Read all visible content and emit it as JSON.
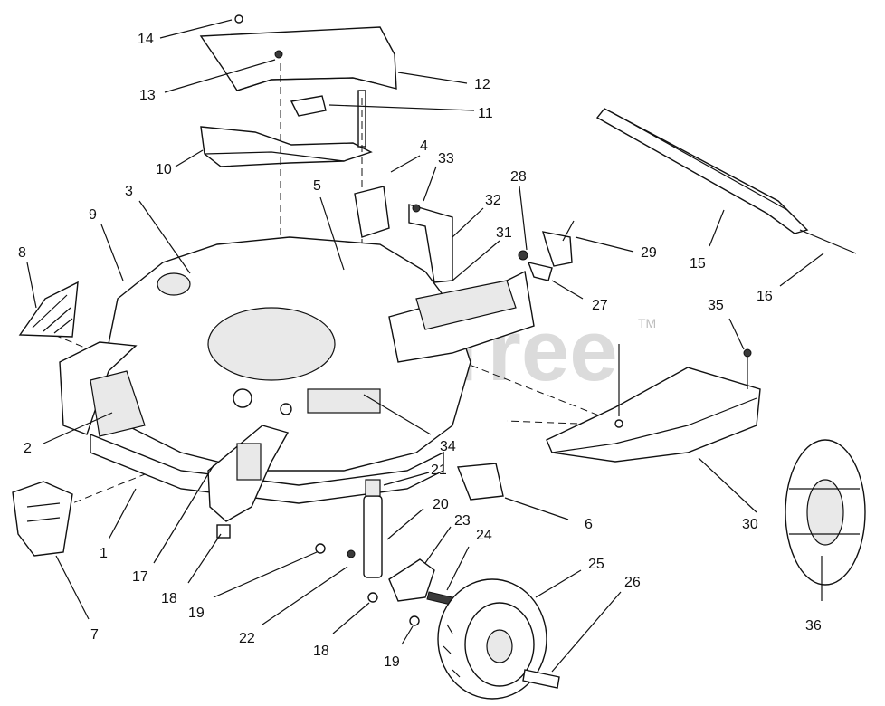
{
  "watermark": {
    "text": "PartsTree",
    "mark": "TM"
  },
  "callouts": [
    {
      "id": "c14",
      "text": "14"
    },
    {
      "id": "c13",
      "text": "13"
    },
    {
      "id": "c12",
      "text": "12"
    },
    {
      "id": "c11",
      "text": "11"
    },
    {
      "id": "c10",
      "text": "10"
    },
    {
      "id": "c4",
      "text": "4"
    },
    {
      "id": "c33",
      "text": "33"
    },
    {
      "id": "c28",
      "text": "28"
    },
    {
      "id": "c5",
      "text": "5"
    },
    {
      "id": "c3",
      "text": "3"
    },
    {
      "id": "c9",
      "text": "9"
    },
    {
      "id": "c32",
      "text": "32"
    },
    {
      "id": "c31",
      "text": "31"
    },
    {
      "id": "c29",
      "text": "29"
    },
    {
      "id": "c15",
      "text": "15"
    },
    {
      "id": "c16",
      "text": "16"
    },
    {
      "id": "c8",
      "text": "8"
    },
    {
      "id": "c27",
      "text": "27"
    },
    {
      "id": "c35",
      "text": "35"
    },
    {
      "id": "c2",
      "text": "2"
    },
    {
      "id": "c34",
      "text": "34"
    },
    {
      "id": "c21",
      "text": "21"
    },
    {
      "id": "c6",
      "text": "6"
    },
    {
      "id": "c30",
      "text": "30"
    },
    {
      "id": "c20",
      "text": "20"
    },
    {
      "id": "c23",
      "text": "23"
    },
    {
      "id": "c24",
      "text": "24"
    },
    {
      "id": "c1",
      "text": "1"
    },
    {
      "id": "c25",
      "text": "25"
    },
    {
      "id": "c26",
      "text": "26"
    },
    {
      "id": "c17",
      "text": "17"
    },
    {
      "id": "c18a",
      "text": "18"
    },
    {
      "id": "c19a",
      "text": "19"
    },
    {
      "id": "c36",
      "text": "36"
    },
    {
      "id": "c7",
      "text": "7"
    },
    {
      "id": "c22",
      "text": "22"
    },
    {
      "id": "c18b",
      "text": "18"
    },
    {
      "id": "c19b",
      "text": "19"
    }
  ]
}
